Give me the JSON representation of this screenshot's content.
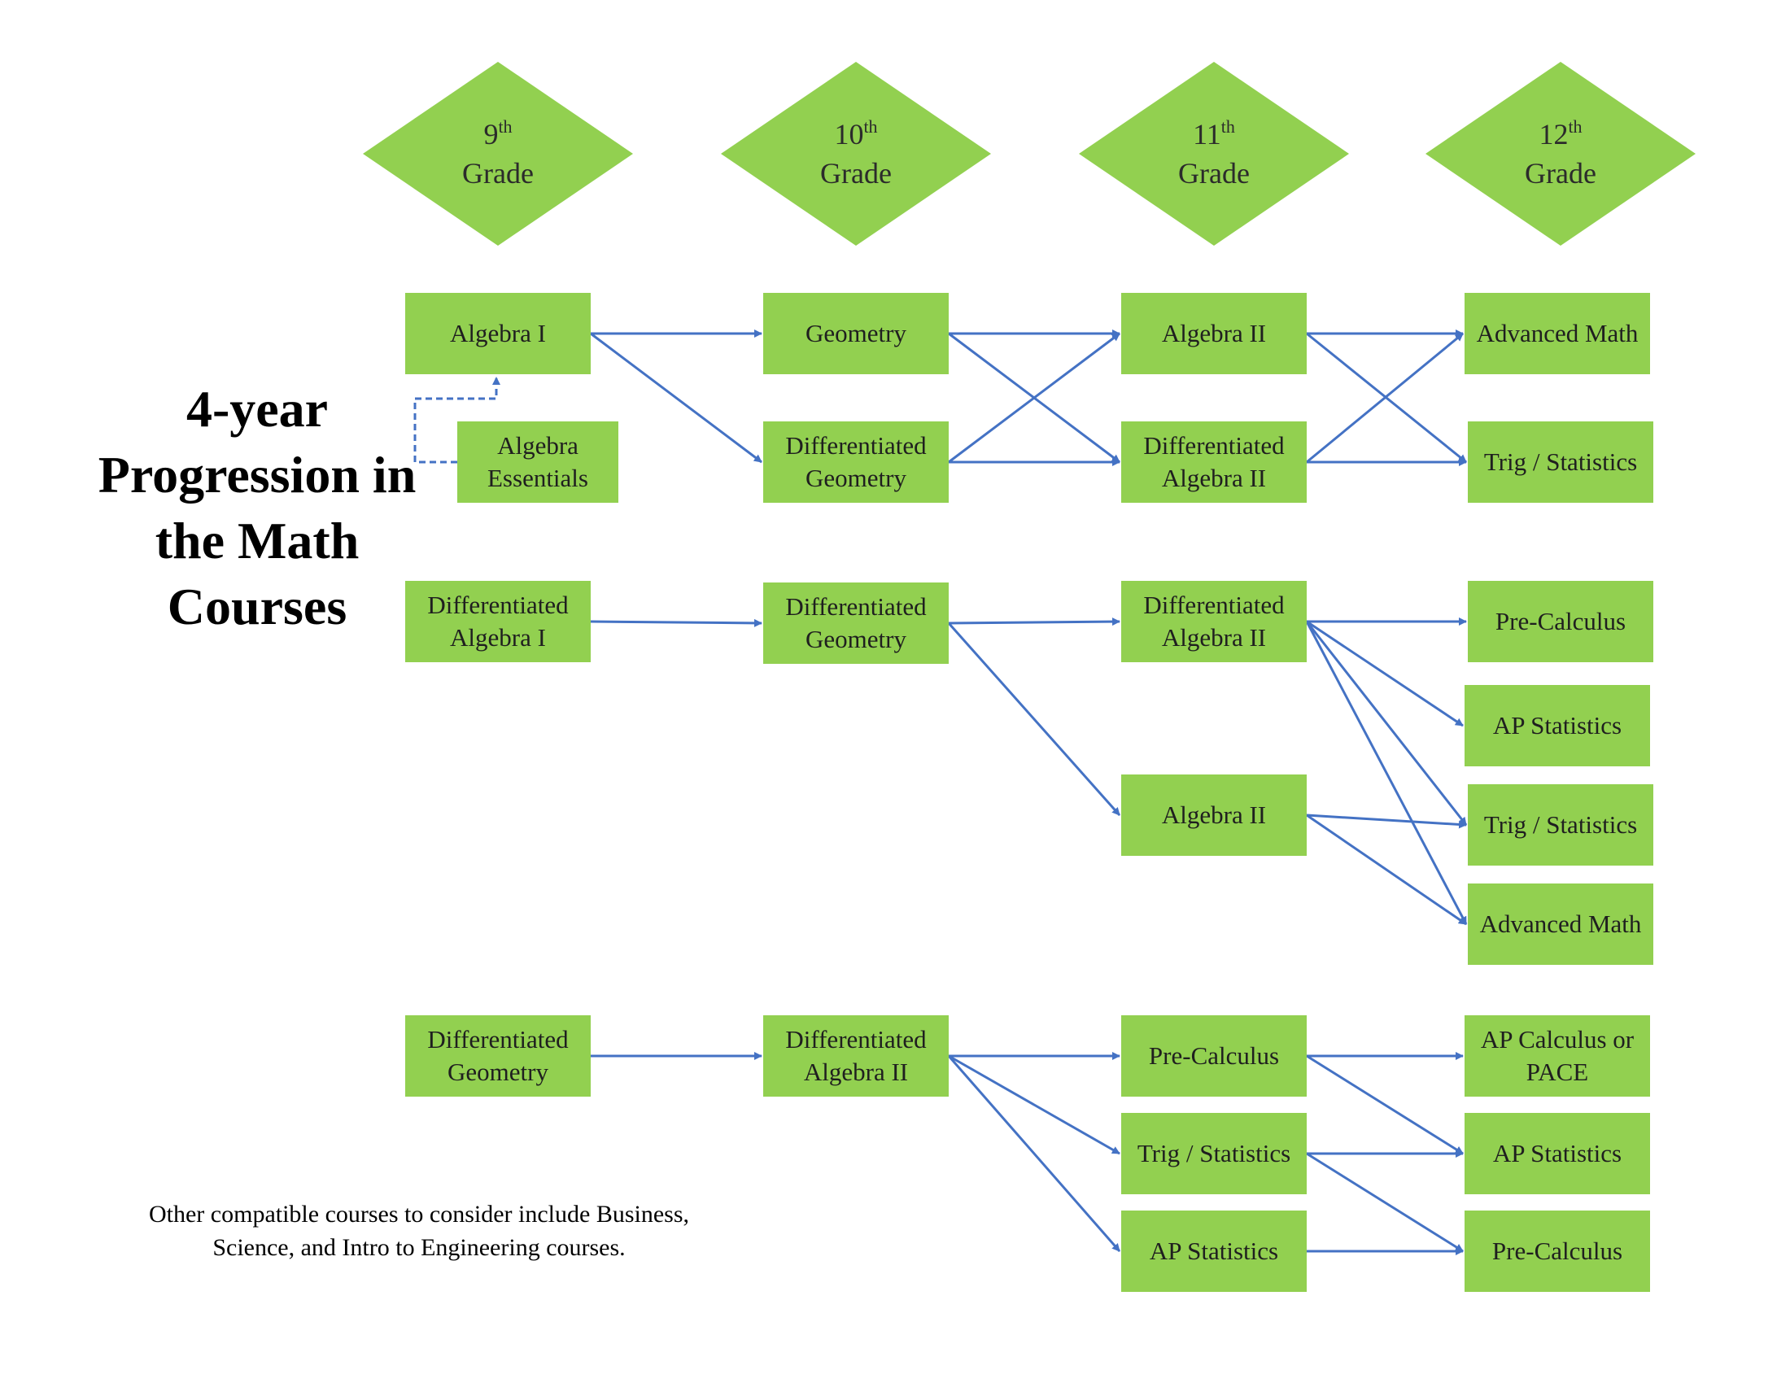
{
  "title": "4-year Progression in the Math Courses",
  "note": "Other compatible courses to consider include Business, Science, and Intro to Engineering courses.",
  "colors": {
    "box_fill": "#92d050",
    "arrow": "#4472c4",
    "text": "#1f1f1f"
  },
  "grades": [
    {
      "number": "9",
      "suffix": "th",
      "label": "Grade"
    },
    {
      "number": "10",
      "suffix": "th",
      "label": "Grade"
    },
    {
      "number": "11",
      "suffix": "th",
      "label": "Grade"
    },
    {
      "number": "12",
      "suffix": "th",
      "label": "Grade"
    }
  ],
  "courses": {
    "b1": "Algebra I",
    "b2": "Algebra Essentials",
    "b3": "Geometry",
    "b4": "Differentiated Geometry",
    "b5": "Algebra II",
    "b6": "Differentiated Algebra II",
    "b7": "Advanced Math",
    "b8": "Trig / Statistics",
    "b9": "Differentiated Algebra I",
    "b10": "Differentiated Geometry",
    "b11": "Differentiated Algebra II",
    "b12": "Pre-Calculus",
    "b13": "AP Statistics",
    "b14": "Algebra II",
    "b15": "Trig / Statistics",
    "b16": "Advanced Math",
    "b17": "Differentiated Geometry",
    "b18": "Differentiated Algebra II",
    "b19": "Pre-Calculus",
    "b20": "Trig / Statistics",
    "b21": "AP Statistics",
    "b22": "AP Calculus or PACE",
    "b23": "AP Statistics",
    "b24": "Pre-Calculus"
  },
  "connections": [
    [
      "b1",
      "b3"
    ],
    [
      "b1",
      "b4"
    ],
    [
      "b3",
      "b5"
    ],
    [
      "b3",
      "b6"
    ],
    [
      "b4",
      "b5"
    ],
    [
      "b4",
      "b6"
    ],
    [
      "b5",
      "b7"
    ],
    [
      "b5",
      "b8"
    ],
    [
      "b6",
      "b7"
    ],
    [
      "b6",
      "b8"
    ],
    [
      "b9",
      "b10"
    ],
    [
      "b10",
      "b11"
    ],
    [
      "b10",
      "b14"
    ],
    [
      "b11",
      "b12"
    ],
    [
      "b11",
      "b13"
    ],
    [
      "b11",
      "b15"
    ],
    [
      "b11",
      "b16"
    ],
    [
      "b14",
      "b15"
    ],
    [
      "b14",
      "b16"
    ],
    [
      "b17",
      "b18"
    ],
    [
      "b18",
      "b19"
    ],
    [
      "b18",
      "b20"
    ],
    [
      "b18",
      "b21"
    ],
    [
      "b19",
      "b22"
    ],
    [
      "b19",
      "b23"
    ],
    [
      "b20",
      "b23"
    ],
    [
      "b20",
      "b24"
    ],
    [
      "b21",
      "b24"
    ]
  ],
  "optional_connection": [
    "b2",
    "b1"
  ]
}
